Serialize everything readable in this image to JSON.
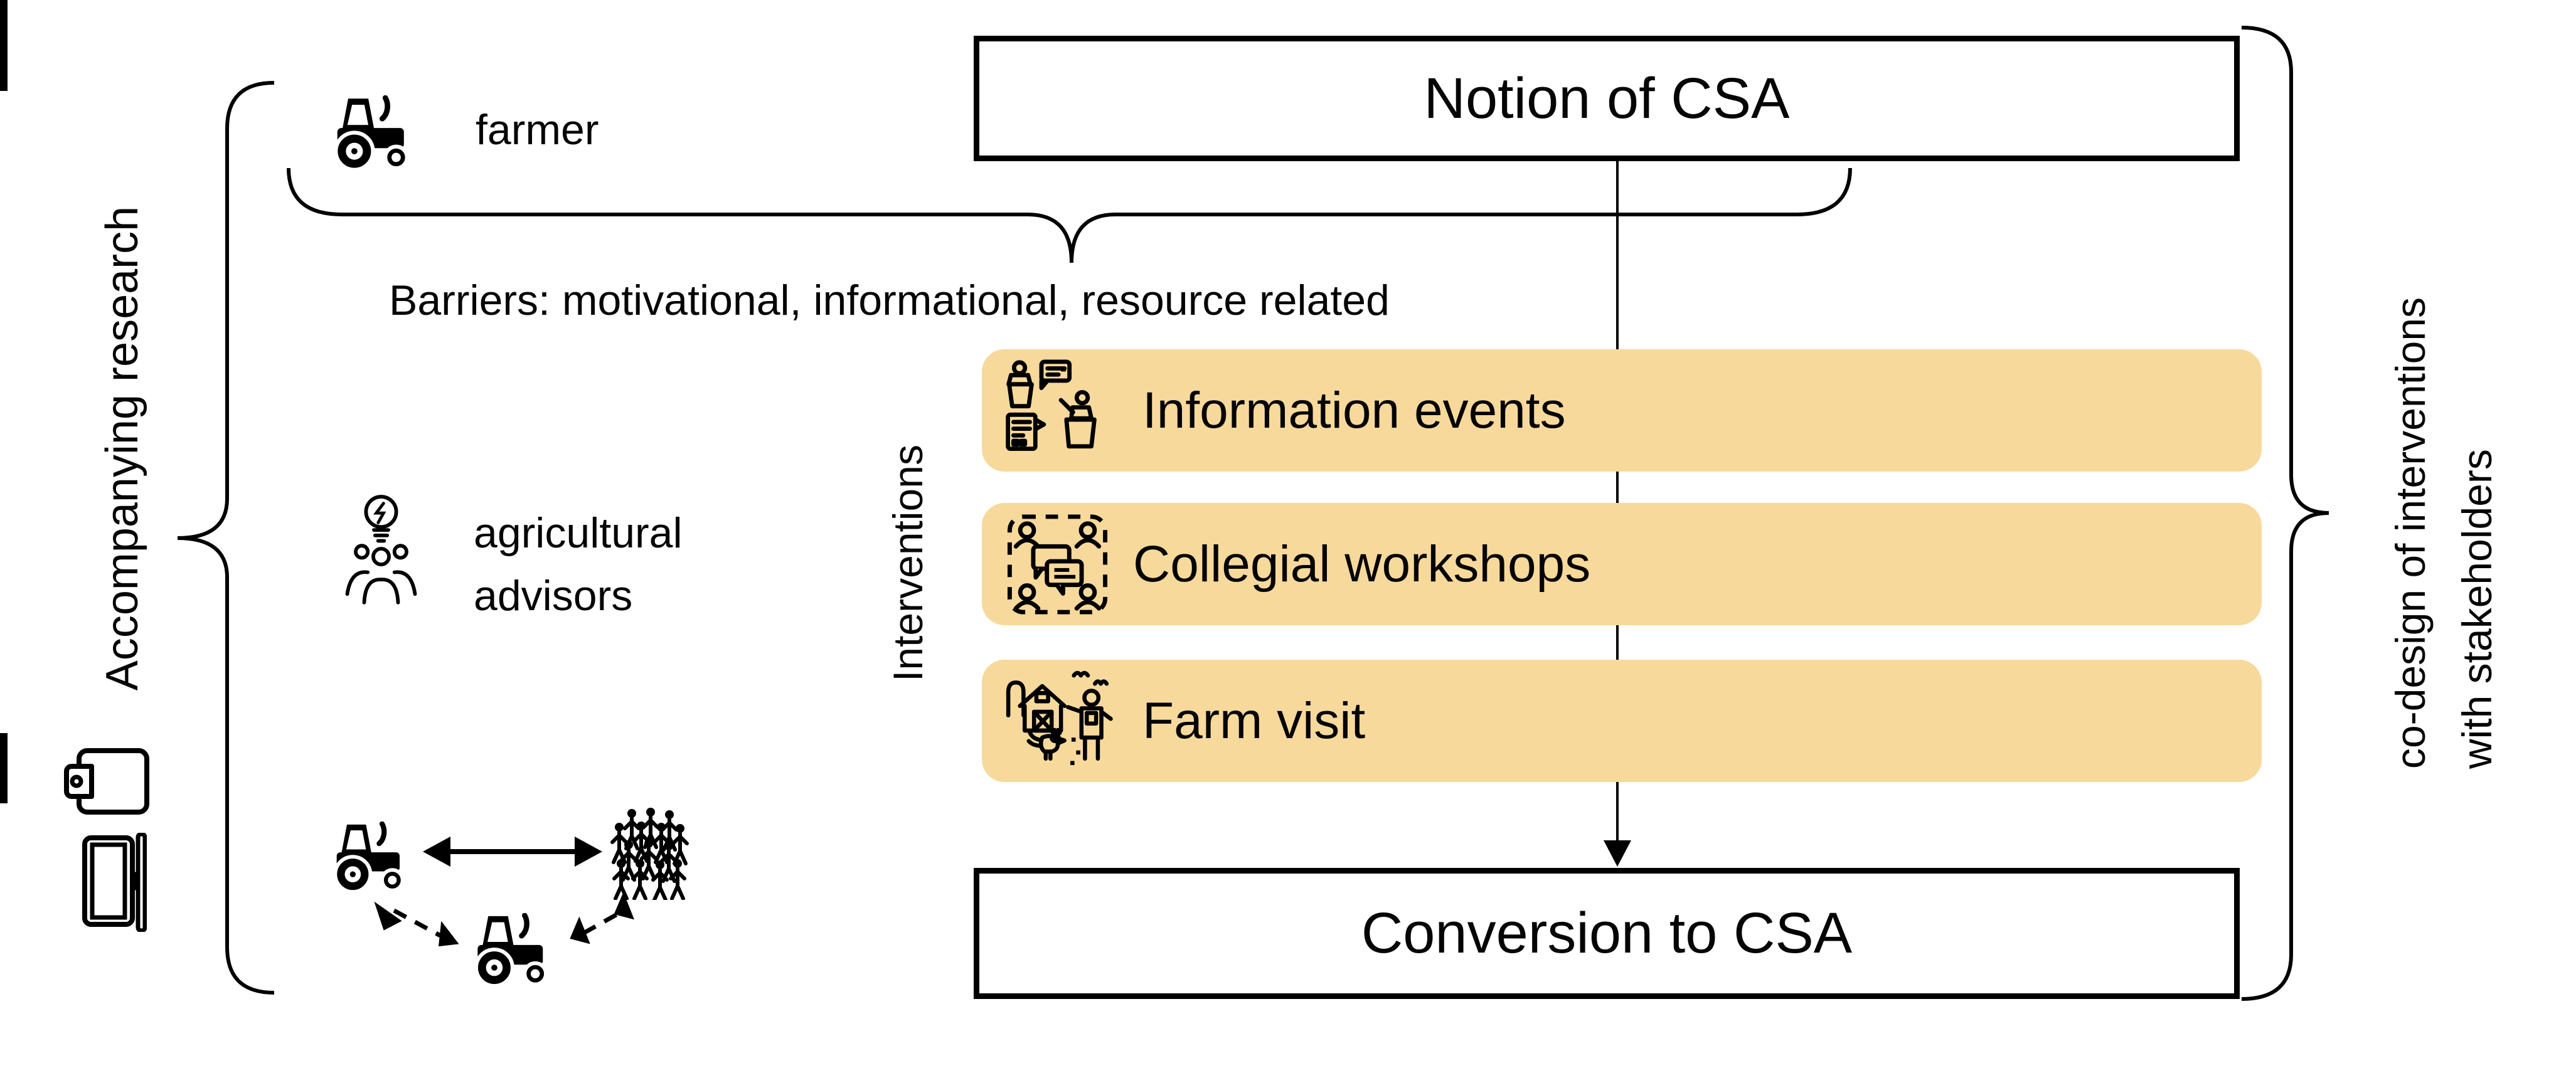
{
  "figure": {
    "left_panel": {
      "label": "Accompanying research",
      "icons": [
        "clipboard-icon",
        "laptop-icon"
      ]
    },
    "right_panel": {
      "label_line1": "co-design of interventions",
      "label_line2": "with stakeholders"
    },
    "actors": {
      "farmer_label": "farmer",
      "advisors_label_line1": "agricultural",
      "advisors_label_line2": "advisors"
    },
    "process": {
      "start_box": "Notion of CSA",
      "end_box": "Conversion to CSA"
    },
    "barriers_text": "Barriers: motivational, informational, resource related",
    "interventions": {
      "axis_label": "Interventions",
      "items": [
        {
          "label": "Information events",
          "icon": "presentation-icon"
        },
        {
          "label": "Collegial workshops",
          "icon": "workshop-group-icon"
        },
        {
          "label": "Farm visit",
          "icon": "farm-icon"
        }
      ]
    },
    "network": {
      "nodes": [
        "farmer-tractor",
        "consumer-crowd",
        "farmer-tractor-2"
      ],
      "links": [
        "solid-double-arrow",
        "dashed-double-arrow",
        "dashed-double-arrow"
      ]
    },
    "colors": {
      "highlight": "#F7D99C",
      "ink": "#000000",
      "background": "#FFFFFF"
    }
  }
}
